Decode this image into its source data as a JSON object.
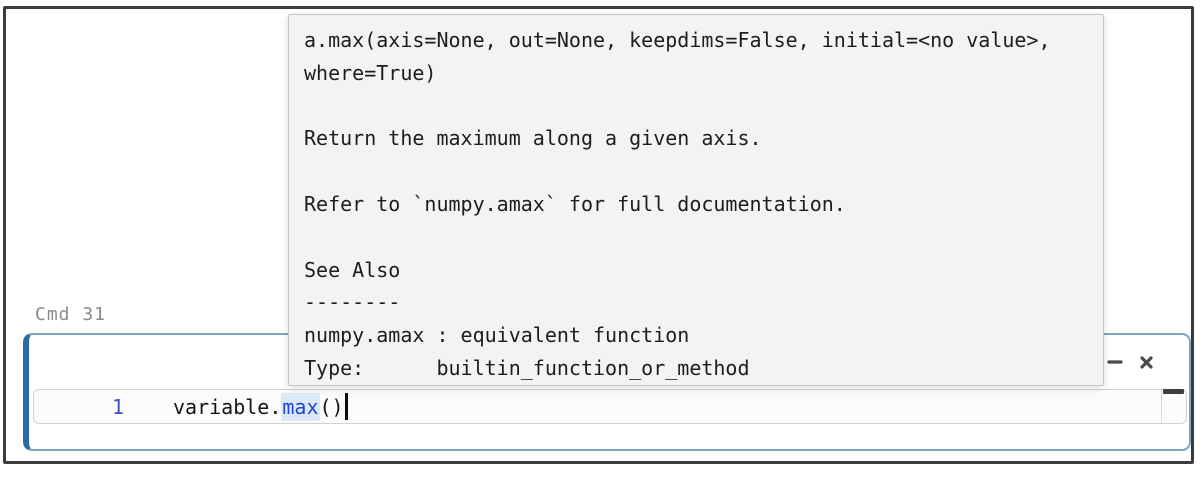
{
  "notebook_cell": {
    "command_label": "Cmd 31",
    "line_number": "1",
    "code": {
      "object_text": "variable.",
      "method_text": "max",
      "suffix_text": "()"
    }
  },
  "docstring_tooltip": {
    "lines": [
      "a.max(axis=None, out=None, keepdims=False, initial=<no value>,",
      "where=True)",
      "",
      "Return the maximum along a given axis.",
      "",
      "Refer to `numpy.amax` for full documentation.",
      "",
      "See Also",
      "--------",
      "numpy.amax : equivalent function",
      "Type:      builtin_function_or_method"
    ]
  },
  "icons": {
    "minimize_icon": "minus",
    "close_icon": "x-cross",
    "scrollbar_thumb": "horizontal-bar"
  },
  "colors": {
    "cell_border": "#7ba4c7",
    "cell_border_left": "#2b6ba3",
    "method_token_blue": "#2443cf",
    "method_highlight_bg": "#dbe8f7",
    "line_number_blue": "#3a54c0",
    "tooltip_bg": "#f3f3f2",
    "frame_border": "#3b3b3b",
    "icon_gray": "#4a4a4a",
    "label_gray": "#8a8a8a"
  }
}
